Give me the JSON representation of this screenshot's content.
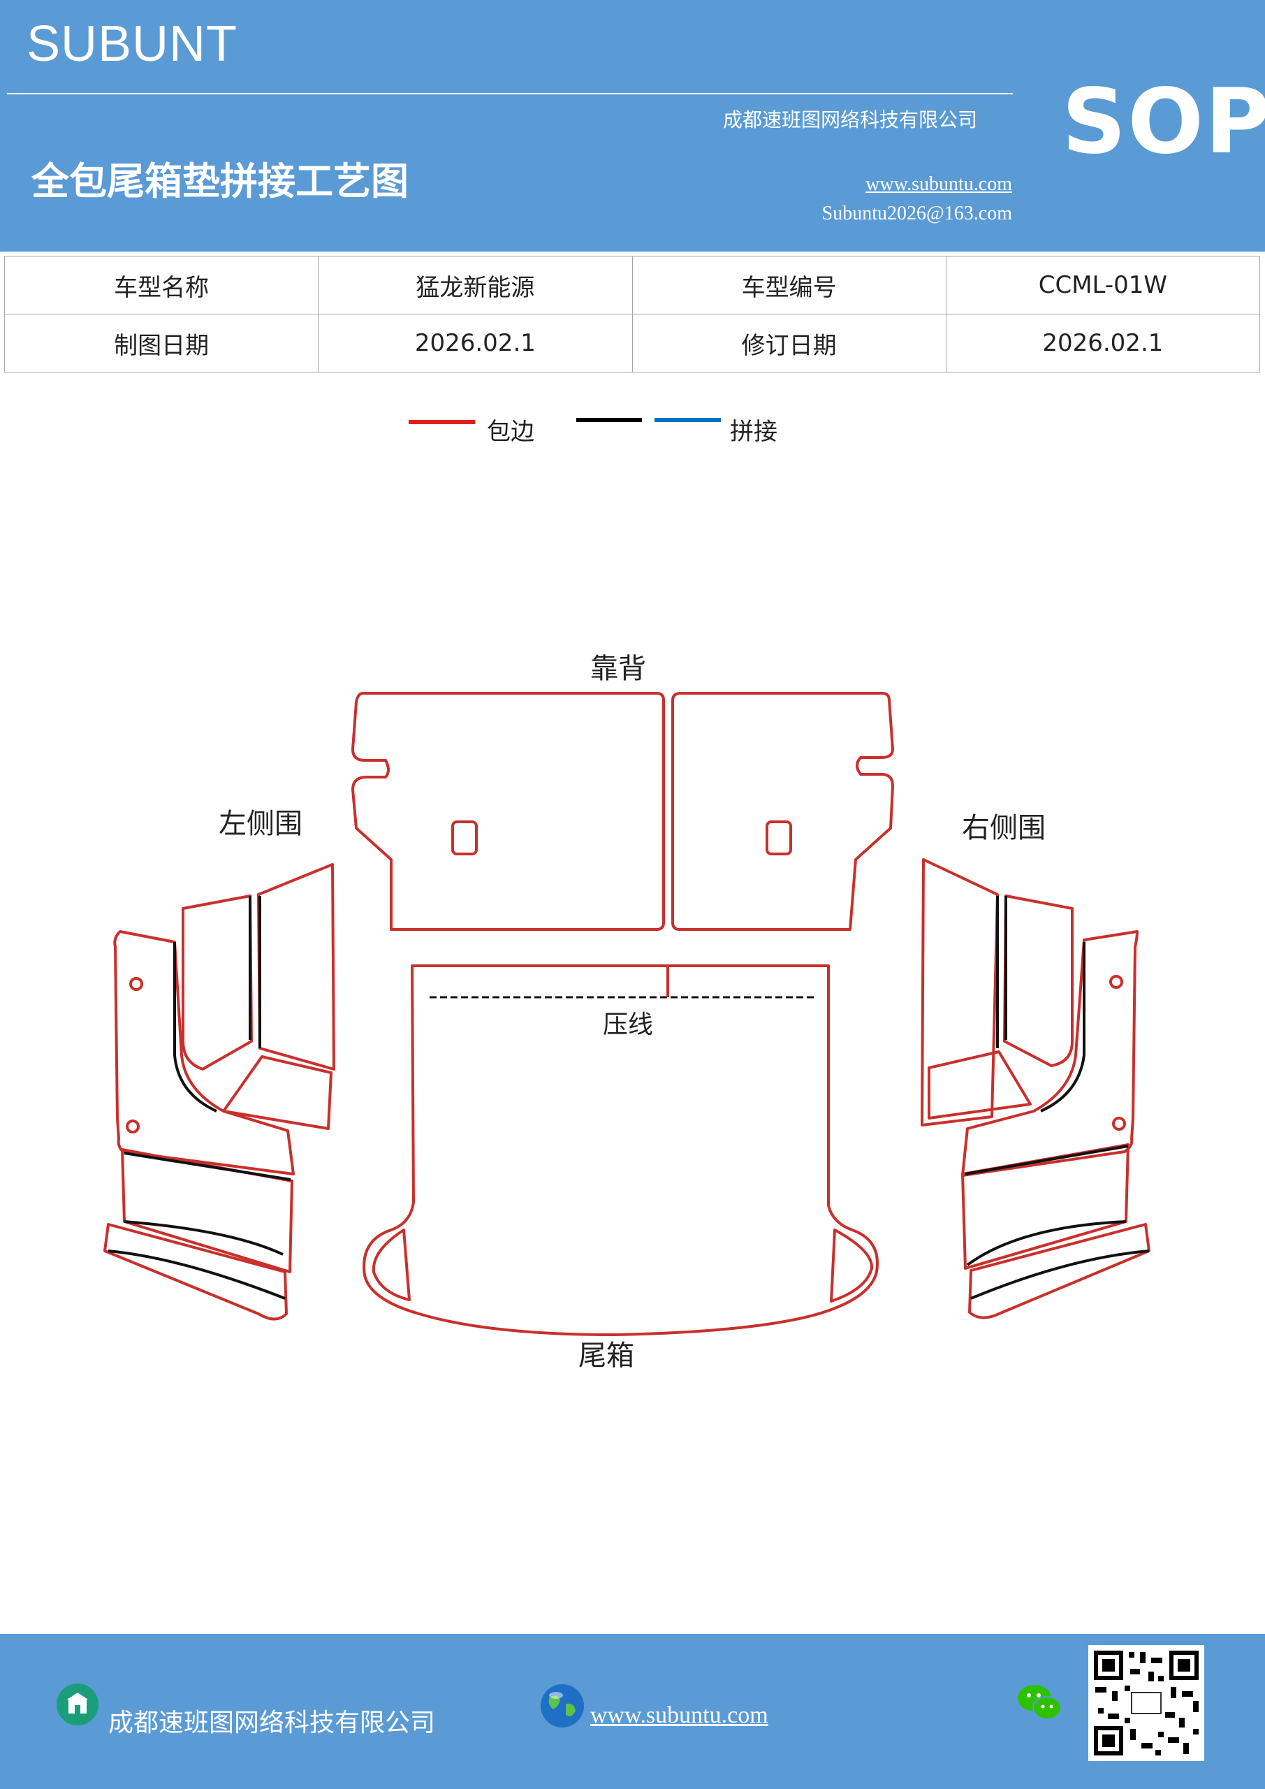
{
  "header": {
    "brand": "SUBUNT",
    "company": "成都速班图网络科技有限公司",
    "title": "全包尾箱垫拼接工艺图",
    "badge": "SOP",
    "website": "www.subuntu.com",
    "email": "Subuntu2026@163.com"
  },
  "info_table": {
    "rows": [
      [
        "车型名称",
        "猛龙新能源",
        "车型编号",
        "CCML-01W"
      ],
      [
        "制图日期",
        "2026.02.1",
        "修订日期",
        "2026.02.1"
      ]
    ]
  },
  "legend": {
    "items": [
      {
        "color": "#e0201b",
        "label": "包边"
      },
      {
        "color": "#000000",
        "label": ""
      },
      {
        "color": "#0070c0",
        "label": "拼接"
      }
    ]
  },
  "diagram": {
    "labels": {
      "back": "靠背",
      "left_side": "左侧围",
      "right_side": "右侧围",
      "press_line": "压线",
      "trunk": "尾箱"
    },
    "colors": {
      "edge": "#c9302c",
      "seam": "#111111"
    }
  },
  "footer": {
    "company": "成都速班图网络科技有限公司",
    "website": "www.subuntu.com"
  }
}
